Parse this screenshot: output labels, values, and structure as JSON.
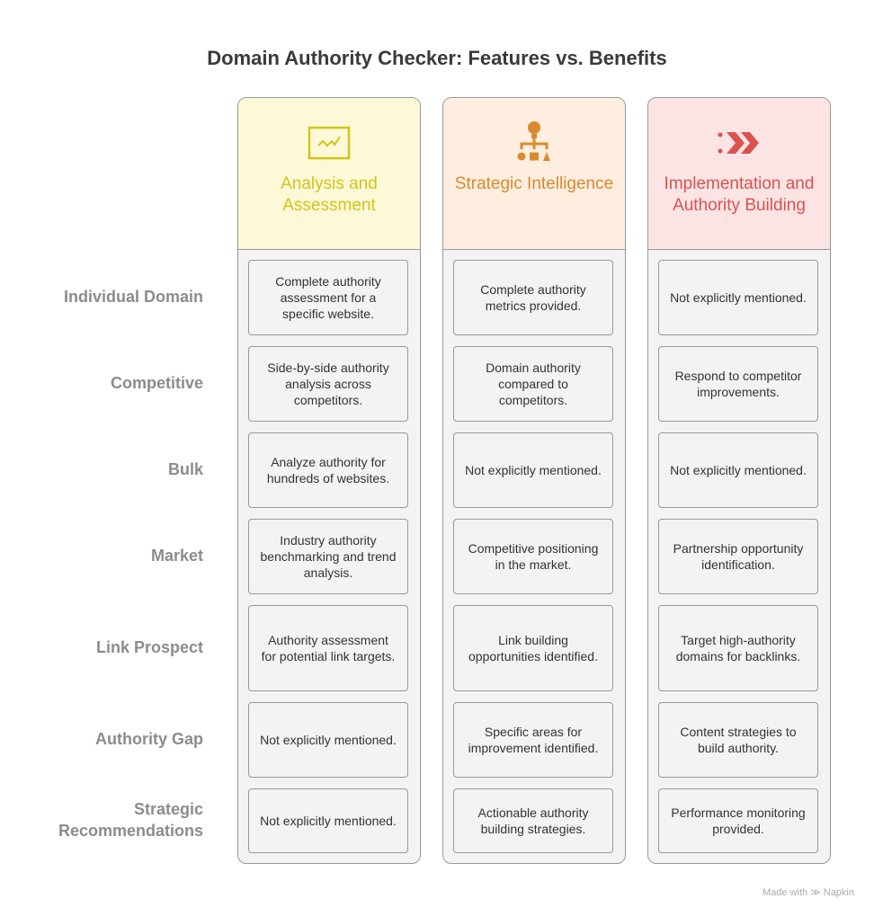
{
  "title": "Domain Authority Checker: Features vs. Benefits",
  "columns": [
    {
      "label": "Analysis and Assessment",
      "icon": "line-chart-icon",
      "color": "#d4c41a",
      "bg": "#fdf8d8",
      "border": "#e0d44a"
    },
    {
      "label": "Strategic Intelligence",
      "icon": "strategy-hierarchy-icon",
      "color": "#d98a30",
      "bg": "#fdeedf",
      "border": "#c98a4a"
    },
    {
      "label": "Implementation and Authority Building",
      "icon": "forward-arrows-icon",
      "color": "#d9534f",
      "bg": "#fde4e4",
      "border": "#cc5a5a"
    }
  ],
  "rows": [
    {
      "label": "Individual Domain",
      "cells": [
        "Complete authority assessment for a specific website.",
        "Complete authority metrics provided.",
        "Not explicitly mentioned."
      ]
    },
    {
      "label": "Competitive",
      "cells": [
        "Side-by-side authority analysis across competitors.",
        "Domain authority compared to competitors.",
        "Respond to competitor improvements."
      ]
    },
    {
      "label": "Bulk",
      "cells": [
        "Analyze authority for hundreds of websites.",
        "Not explicitly mentioned.",
        "Not explicitly mentioned."
      ]
    },
    {
      "label": "Market",
      "cells": [
        "Industry authority benchmarking and trend analysis.",
        "Competitive positioning in the market.",
        "Partnership opportunity identification."
      ]
    },
    {
      "label": "Link Prospect",
      "cells": [
        "Authority assessment for potential link targets.",
        "Link building opportunities identified.",
        "Target high-authority domains for backlinks."
      ]
    },
    {
      "label": "Authority Gap",
      "cells": [
        "Not explicitly mentioned.",
        "Specific areas for improvement identified.",
        "Content strategies to build authority."
      ]
    },
    {
      "label": "Strategic Recommendations",
      "cells": [
        "Not explicitly mentioned.",
        "Actionable authority building strategies.",
        "Performance monitoring provided."
      ]
    }
  ],
  "footer": "Made with ≫ Napkin"
}
